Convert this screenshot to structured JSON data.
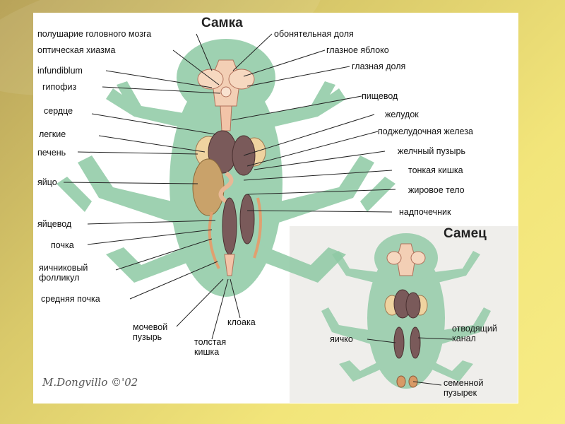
{
  "titles": {
    "female": "Самка",
    "male": "Самец"
  },
  "labels_left": [
    "полушарие головного мозга",
    "оптическая хиазма",
    "infundiblum",
    "гипофиз",
    "сердце",
    "легкие",
    "печень",
    "яйцо",
    "яйцевод",
    "почка",
    "яичниковый фолликул",
    "средняя почка",
    "мочевой пузырь",
    "толстая кишка",
    "клоака"
  ],
  "labels_right": [
    "обонятельная доля",
    "глазное яблоко",
    "глазная доля",
    "пищевод",
    "желудок",
    "поджелудочная железа",
    "желчный пузырь",
    "тонкая кишка",
    "жировое тело",
    "надпочечник"
  ],
  "labels_male": [
    "яичко",
    "отводящий канал",
    "семенной пузырек"
  ],
  "signature": "M.Dongvillo ©'02",
  "colors": {
    "frog": "#8ec9a4",
    "organ_dark": "#7a5a5a",
    "organ_pink": "#f2c4a8",
    "liver": "#efd3a0"
  }
}
